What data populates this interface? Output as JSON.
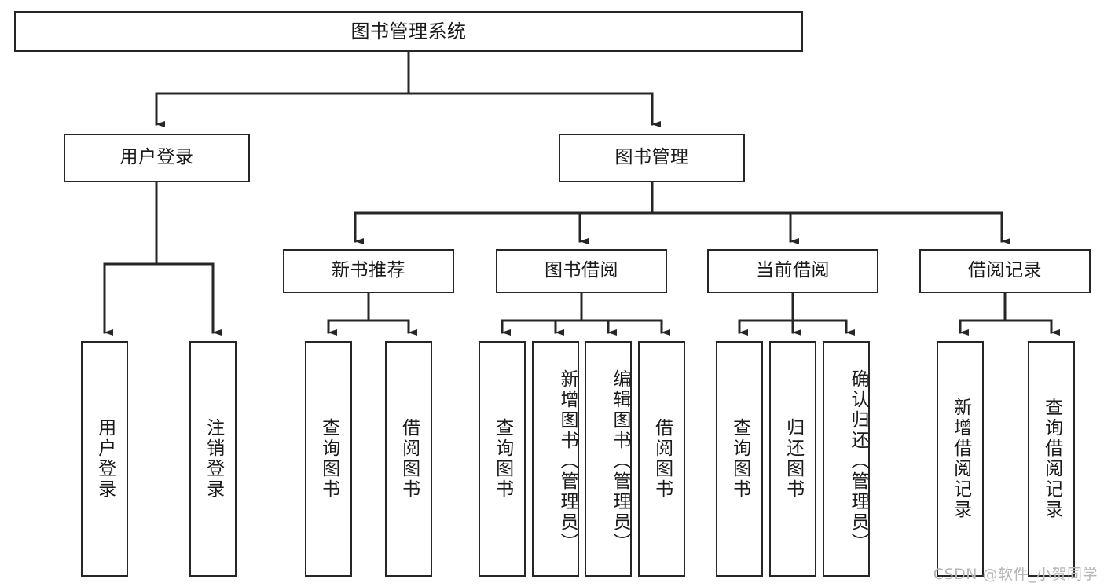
{
  "diagram": {
    "title": "图书管理系统",
    "type": "tree",
    "root": {
      "id": "root",
      "label": "图书管理系统",
      "orientation": "horizontal"
    },
    "level2": [
      {
        "id": "user-login",
        "label": "用户登录",
        "orientation": "horizontal"
      },
      {
        "id": "book-management",
        "label": "图书管理",
        "orientation": "horizontal"
      }
    ],
    "level3": [
      {
        "id": "new-book-recommend",
        "label": "新书推荐",
        "orientation": "horizontal",
        "parent": "book-management"
      },
      {
        "id": "book-borrow",
        "label": "图书借阅",
        "orientation": "horizontal",
        "parent": "book-management"
      },
      {
        "id": "current-borrow",
        "label": "当前借阅",
        "orientation": "horizontal",
        "parent": "book-management"
      },
      {
        "id": "borrow-record",
        "label": "借阅记录",
        "orientation": "horizontal",
        "parent": "book-management"
      }
    ],
    "leaves": [
      {
        "id": "leaf-user-login",
        "label": "用户登录",
        "parent": "user-login",
        "orientation": "vertical"
      },
      {
        "id": "leaf-user-logout",
        "label": "注销登录",
        "parent": "user-login",
        "orientation": "vertical"
      },
      {
        "id": "leaf-rec-query-book",
        "label": "查询图书",
        "parent": "new-book-recommend",
        "orientation": "vertical"
      },
      {
        "id": "leaf-rec-borrow-book",
        "label": "借阅图书",
        "parent": "new-book-recommend",
        "orientation": "vertical"
      },
      {
        "id": "leaf-borrow-query-book",
        "label": "查询图书",
        "parent": "book-borrow",
        "orientation": "vertical"
      },
      {
        "id": "leaf-borrow-add-book",
        "label": "新增图书（管理员）",
        "parent": "book-borrow",
        "orientation": "vertical"
      },
      {
        "id": "leaf-borrow-edit-book",
        "label": "编辑图书（管理员）",
        "parent": "book-borrow",
        "orientation": "vertical"
      },
      {
        "id": "leaf-borrow-borrow-book",
        "label": "借阅图书",
        "parent": "book-borrow",
        "orientation": "vertical"
      },
      {
        "id": "leaf-current-query-book",
        "label": "查询图书",
        "parent": "current-borrow",
        "orientation": "vertical"
      },
      {
        "id": "leaf-current-return-book",
        "label": "归还图书",
        "parent": "current-borrow",
        "orientation": "vertical"
      },
      {
        "id": "leaf-current-confirm-return",
        "label": "确认归还（管理员）",
        "parent": "current-borrow",
        "orientation": "vertical"
      },
      {
        "id": "leaf-record-add",
        "label": "新增借阅记录",
        "parent": "borrow-record",
        "orientation": "vertical"
      },
      {
        "id": "leaf-record-query",
        "label": "查询借阅记录",
        "parent": "borrow-record",
        "orientation": "vertical"
      }
    ],
    "colors": {
      "stroke": "#262626",
      "fill": "#ffffff",
      "text": "#1a1a1a",
      "watermark": "#b6b6b6"
    }
  },
  "watermark": {
    "text": "CSDN @软件_小贺同学"
  }
}
